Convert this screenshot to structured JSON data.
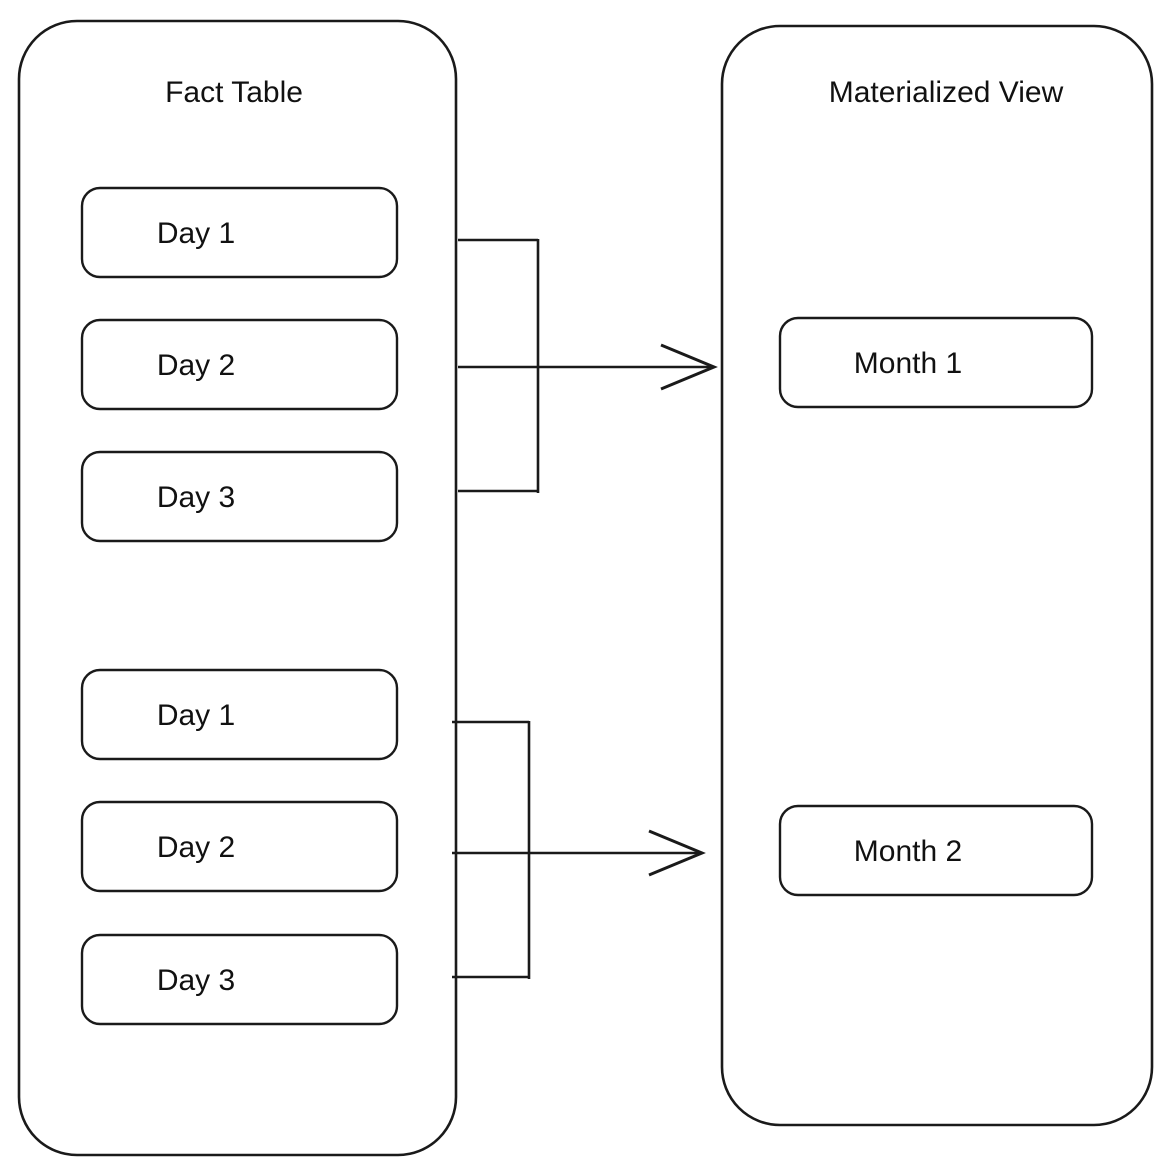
{
  "diagram": {
    "title_hidden": "",
    "background_color": "#ffffff",
    "stroke_color": "#1a1a1a",
    "text_color": "#111111",
    "containers": [
      {
        "id": "fact-table",
        "title": "Fact Table",
        "nodes": [
          {
            "id": "g1-day1",
            "label": "Day 1"
          },
          {
            "id": "g1-day2",
            "label": "Day 2"
          },
          {
            "id": "g1-day3",
            "label": "Day 3"
          },
          {
            "id": "g2-day1",
            "label": "Day 1"
          },
          {
            "id": "g2-day2",
            "label": "Day 2"
          },
          {
            "id": "g2-day3",
            "label": "Day 3"
          }
        ]
      },
      {
        "id": "materialized-view",
        "title": "Materialized View",
        "nodes": [
          {
            "id": "month1",
            "label": "Month 1"
          },
          {
            "id": "month2",
            "label": "Month 2"
          }
        ]
      }
    ],
    "edges": [
      {
        "id": "edge-group1",
        "from": [
          "g1-day1",
          "g1-day2",
          "g1-day3"
        ],
        "to": "month1",
        "arrow": "open-chevron"
      },
      {
        "id": "edge-group2",
        "from": [
          "g2-day1",
          "g2-day2",
          "g2-day3"
        ],
        "to": "month2",
        "arrow": "open-chevron"
      }
    ]
  }
}
